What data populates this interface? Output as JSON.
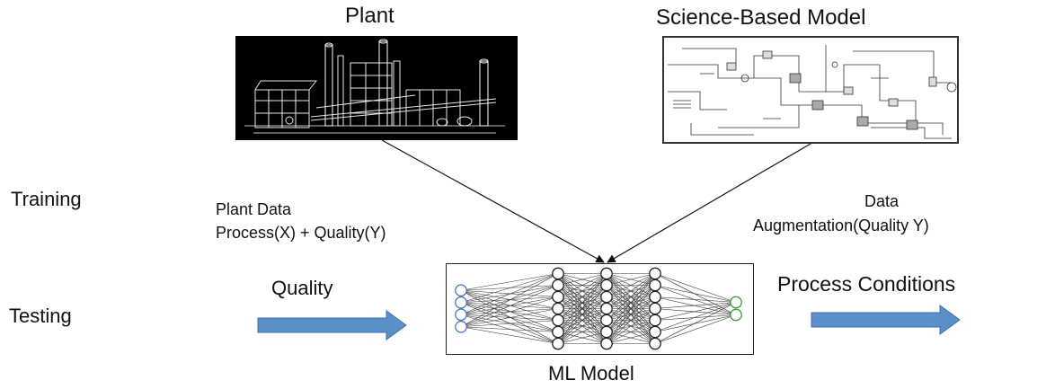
{
  "labels": {
    "plant_title": "Plant",
    "model_title": "Science-Based Model",
    "training": "Training",
    "testing": "Testing",
    "plant_data_line1": "Plant Data",
    "plant_data_line2": "Process(X)  + Quality(Y)",
    "augment_line1": "Data",
    "augment_line2": "Augmentation(Quality  Y)",
    "quality": "Quality",
    "process_conditions": "Process Conditions",
    "ml_model": "ML Model"
  },
  "colors": {
    "arrow_fill": "#5b8fc9",
    "arrow_stroke": "#3f6fa8",
    "input_node": "#4a78c8",
    "output_node": "#3a9a3a",
    "hidden_node": "#222222"
  },
  "network": {
    "layers": [
      4,
      7,
      7,
      7,
      2
    ]
  }
}
